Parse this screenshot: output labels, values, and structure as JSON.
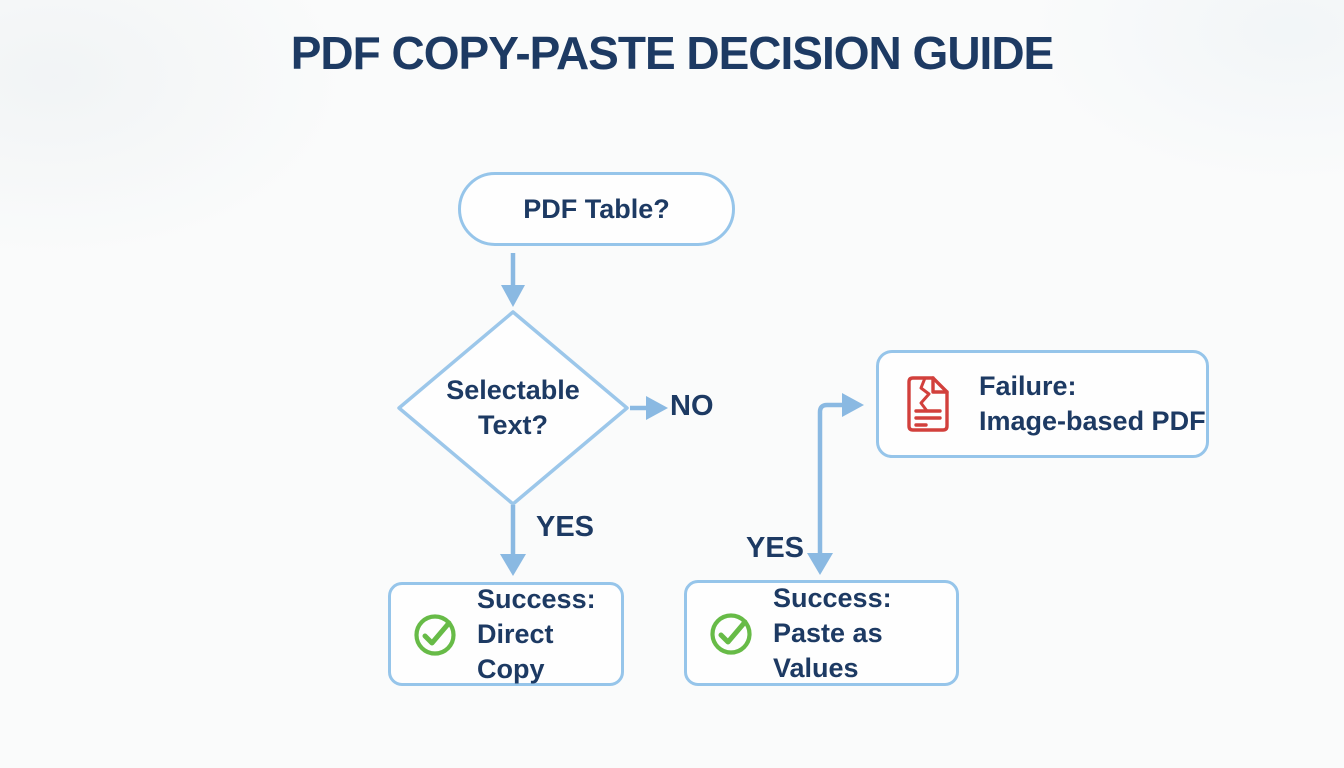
{
  "title": "PDF COPY-PASTE DECISION GUIDE",
  "colors": {
    "shape_border_blue": "#96c5ea",
    "arrow_blue": "#8ab9e2",
    "text_navy": "#1d3a63",
    "failure_red": "#d2403c",
    "success_green": "#67bb47",
    "background": "#fafbfb"
  },
  "nodes": {
    "start": {
      "type": "terminator",
      "label": "PDF Table?"
    },
    "decision": {
      "type": "decision",
      "line1": "Selectable",
      "line2": "Text?"
    },
    "failure": {
      "icon": "broken-document-icon",
      "line1": "Failure:",
      "line2": "Image-based PDF"
    },
    "success_direct": {
      "icon": "check-circle-icon",
      "line1": "Success:",
      "line2": "Direct Copy"
    },
    "success_paste": {
      "icon": "check-circle-icon",
      "line1": "Success:",
      "line2": "Paste as Values"
    }
  },
  "edges": {
    "no": {
      "label": "NO"
    },
    "yes_direct": {
      "label": "YES"
    },
    "yes_paste": {
      "label": "YES"
    }
  }
}
